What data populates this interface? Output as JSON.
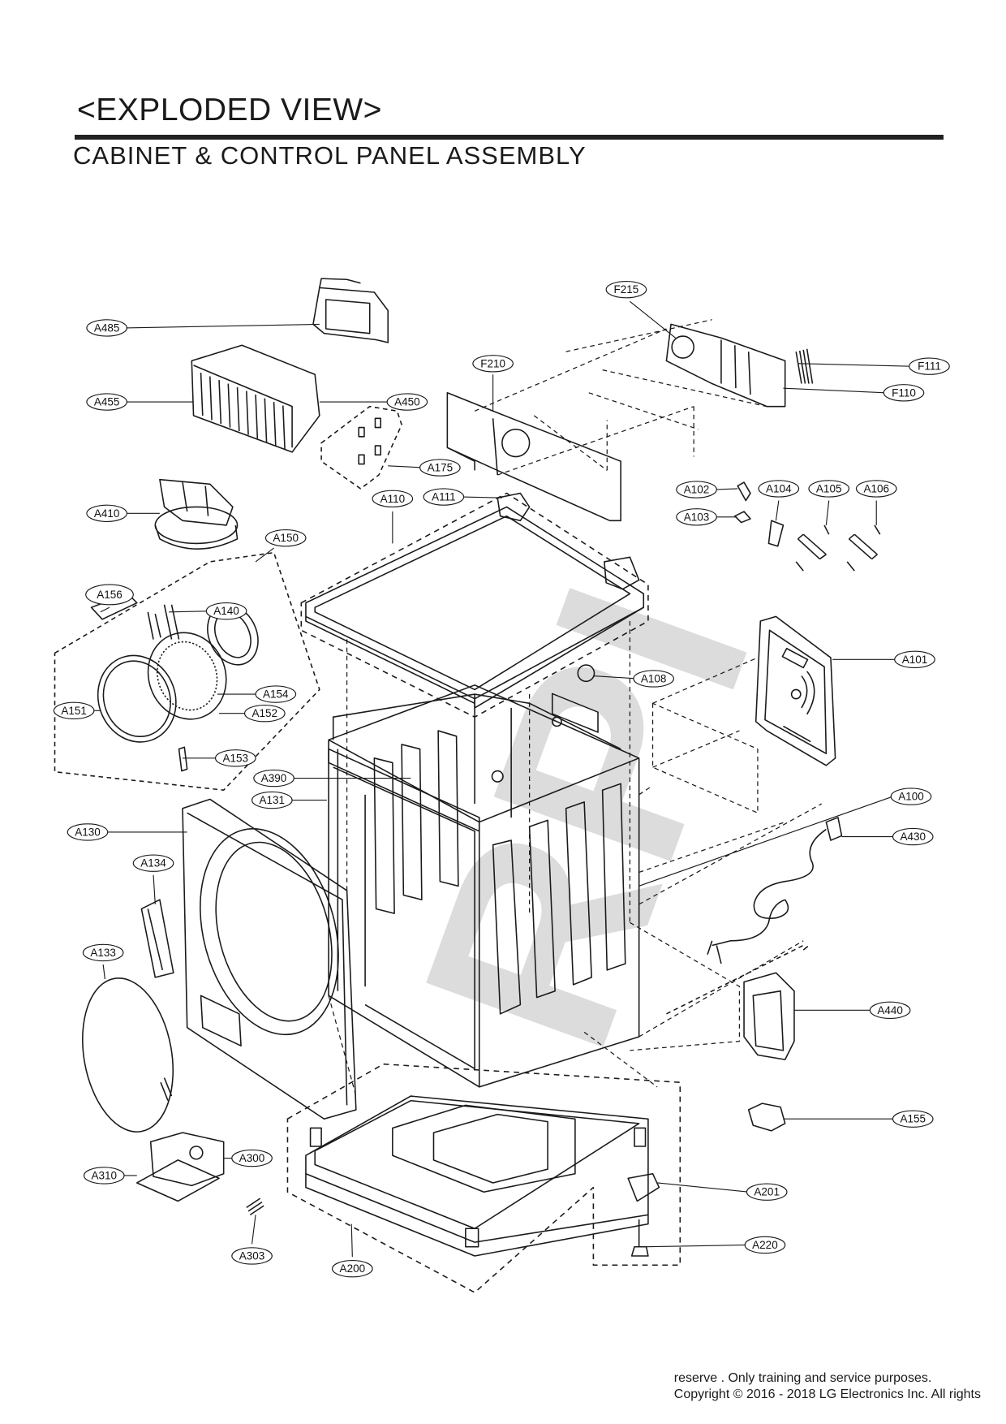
{
  "header": {
    "title": "<EXPLODED VIEW>",
    "subtitle": "CABINET & CONTROL PANEL ASSEMBLY"
  },
  "watermark": "RPI",
  "footer": {
    "line1": "reserve  . Only training and service purposes.",
    "line2": "Copyright © 2016 - 2018 LG Electronics Inc. All rights"
  },
  "parts": [
    "F215",
    "A485",
    "F111",
    "F110",
    "F210",
    "A455",
    "A450",
    "A175",
    "A102",
    "A104",
    "A105",
    "A106",
    "A103",
    "A111",
    "A110",
    "A410",
    "A150",
    "A156",
    "A140",
    "A101",
    "A108",
    "A151",
    "A154",
    "A152",
    "A153",
    "A390",
    "A131",
    "A100",
    "A130",
    "A430",
    "A134",
    "A133",
    "A440",
    "A155",
    "A300",
    "A310",
    "A201",
    "A220",
    "A303",
    "A200"
  ],
  "colors": {
    "ink": "#1a1a1a",
    "watermark": "#d0d0d0",
    "background": "#ffffff"
  }
}
